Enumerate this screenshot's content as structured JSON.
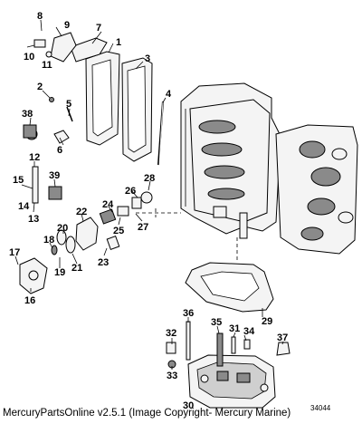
{
  "diagram": {
    "callouts": [
      "1",
      "2",
      "3",
      "4",
      "5",
      "6",
      "7",
      "8",
      "9",
      "10",
      "11",
      "12",
      "13",
      "14",
      "15",
      "16",
      "17",
      "18",
      "19",
      "20",
      "21",
      "22",
      "23",
      "24",
      "25",
      "26",
      "27",
      "28",
      "29",
      "30",
      "31",
      "32",
      "33",
      "34",
      "35",
      "36",
      "37",
      "38",
      "39"
    ],
    "diagram_id": "34044"
  },
  "footer": {
    "caption": "MercuryPartsOnline v2.5.1 (Image Copyright- Mercury Marine)"
  }
}
